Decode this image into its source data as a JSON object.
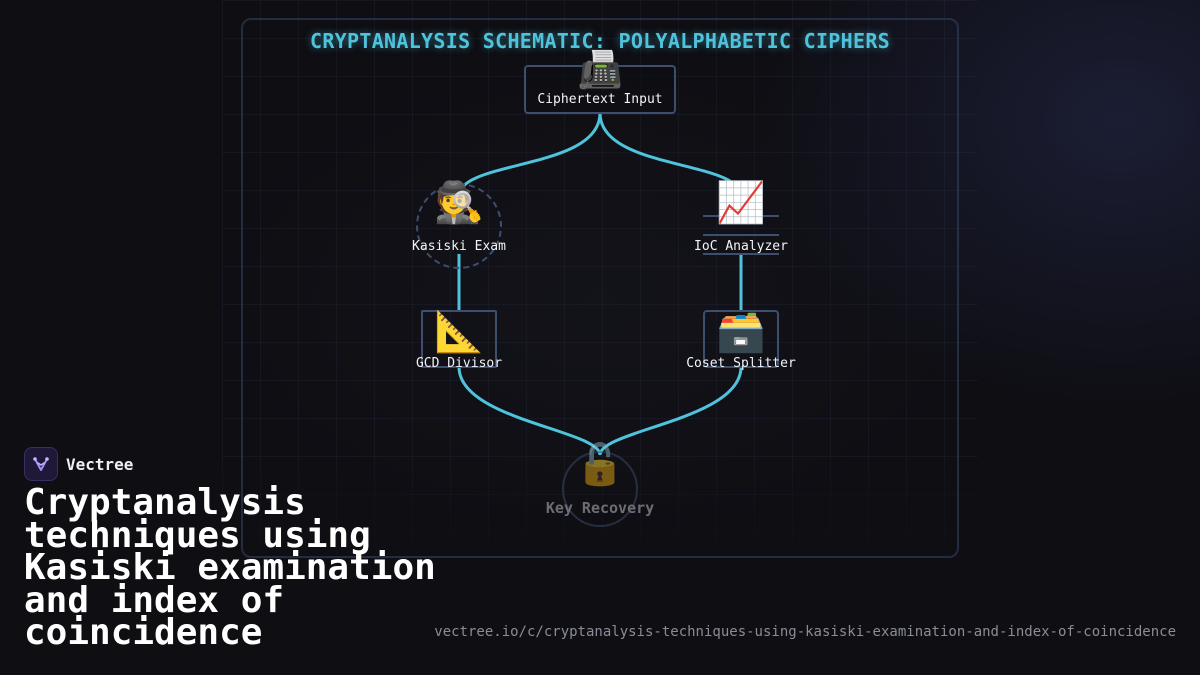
{
  "diagram": {
    "title": "CRYPTANALYSIS SCHEMATIC: POLYALPHABETIC CIPHERS",
    "nodes": [
      {
        "id": "ciphertext",
        "label": "Ciphertext Input",
        "icon": "fax-icon",
        "emoji": "📠"
      },
      {
        "id": "kasiski",
        "label": "Kasiski Exam",
        "icon": "detective-icon",
        "emoji": "🕵️"
      },
      {
        "id": "ioc",
        "label": "IoC Analyzer",
        "icon": "chart-increasing-icon",
        "emoji": "📈"
      },
      {
        "id": "gcd",
        "label": "GCD Divisor",
        "icon": "triangular-ruler-icon",
        "emoji": "📐"
      },
      {
        "id": "coset",
        "label": "Coset Splitter",
        "icon": "card-file-box-icon",
        "emoji": "🗃️"
      },
      {
        "id": "key",
        "label": "Key Recovery",
        "icon": "unlocked-icon",
        "emoji": "🔓"
      }
    ],
    "edges": [
      {
        "from": "ciphertext",
        "to": "kasiski"
      },
      {
        "from": "ciphertext",
        "to": "ioc"
      },
      {
        "from": "kasiski",
        "to": "gcd"
      },
      {
        "from": "ioc",
        "to": "coset"
      },
      {
        "from": "gcd",
        "to": "key"
      },
      {
        "from": "coset",
        "to": "key"
      }
    ],
    "colors": {
      "edge": "#4fc3dc",
      "title": "#4fc3dc",
      "node_border": "#3d4f6e",
      "background": "#0e0e13"
    }
  },
  "brand": {
    "name": "Vectree",
    "logo_icon": "vectree-logo-icon"
  },
  "headline": "Cryptanalysis techniques using Kasiski examination and index of coincidence",
  "url": "vectree.io/c/cryptanalysis-techniques-using-kasiski-examination-and-index-of-coincidence"
}
